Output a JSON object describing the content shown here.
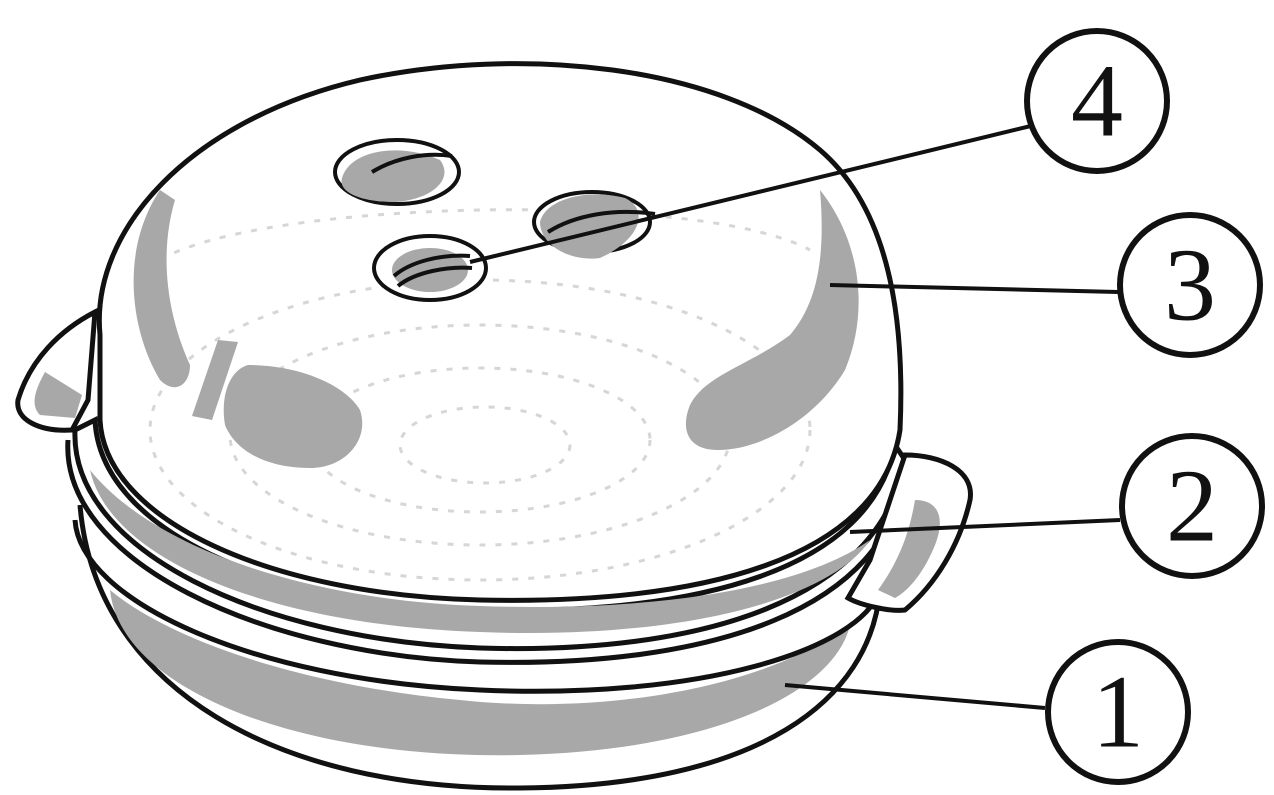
{
  "callouts": [
    {
      "id": "1",
      "label": "1"
    },
    {
      "id": "2",
      "label": "2"
    },
    {
      "id": "3",
      "label": "3"
    },
    {
      "id": "4",
      "label": "4"
    }
  ],
  "colors": {
    "line": "#111111",
    "fill_gray": "#a8a8a8",
    "dots": "#d6d6d6",
    "background": "#ffffff"
  }
}
